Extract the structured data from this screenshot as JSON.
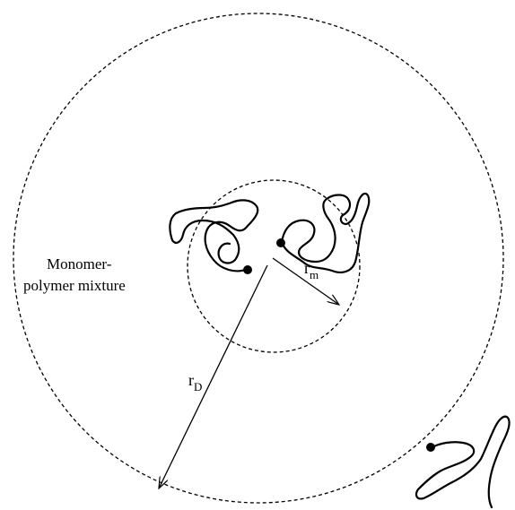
{
  "labels": {
    "region_line1": "Monomer-",
    "region_line2": "polymer mixture",
    "rD_main": "r",
    "rD_sub": "D",
    "rm_main": "r",
    "rm_sub": "m"
  },
  "colors": {
    "ink": "#000000",
    "background": "#ffffff"
  }
}
